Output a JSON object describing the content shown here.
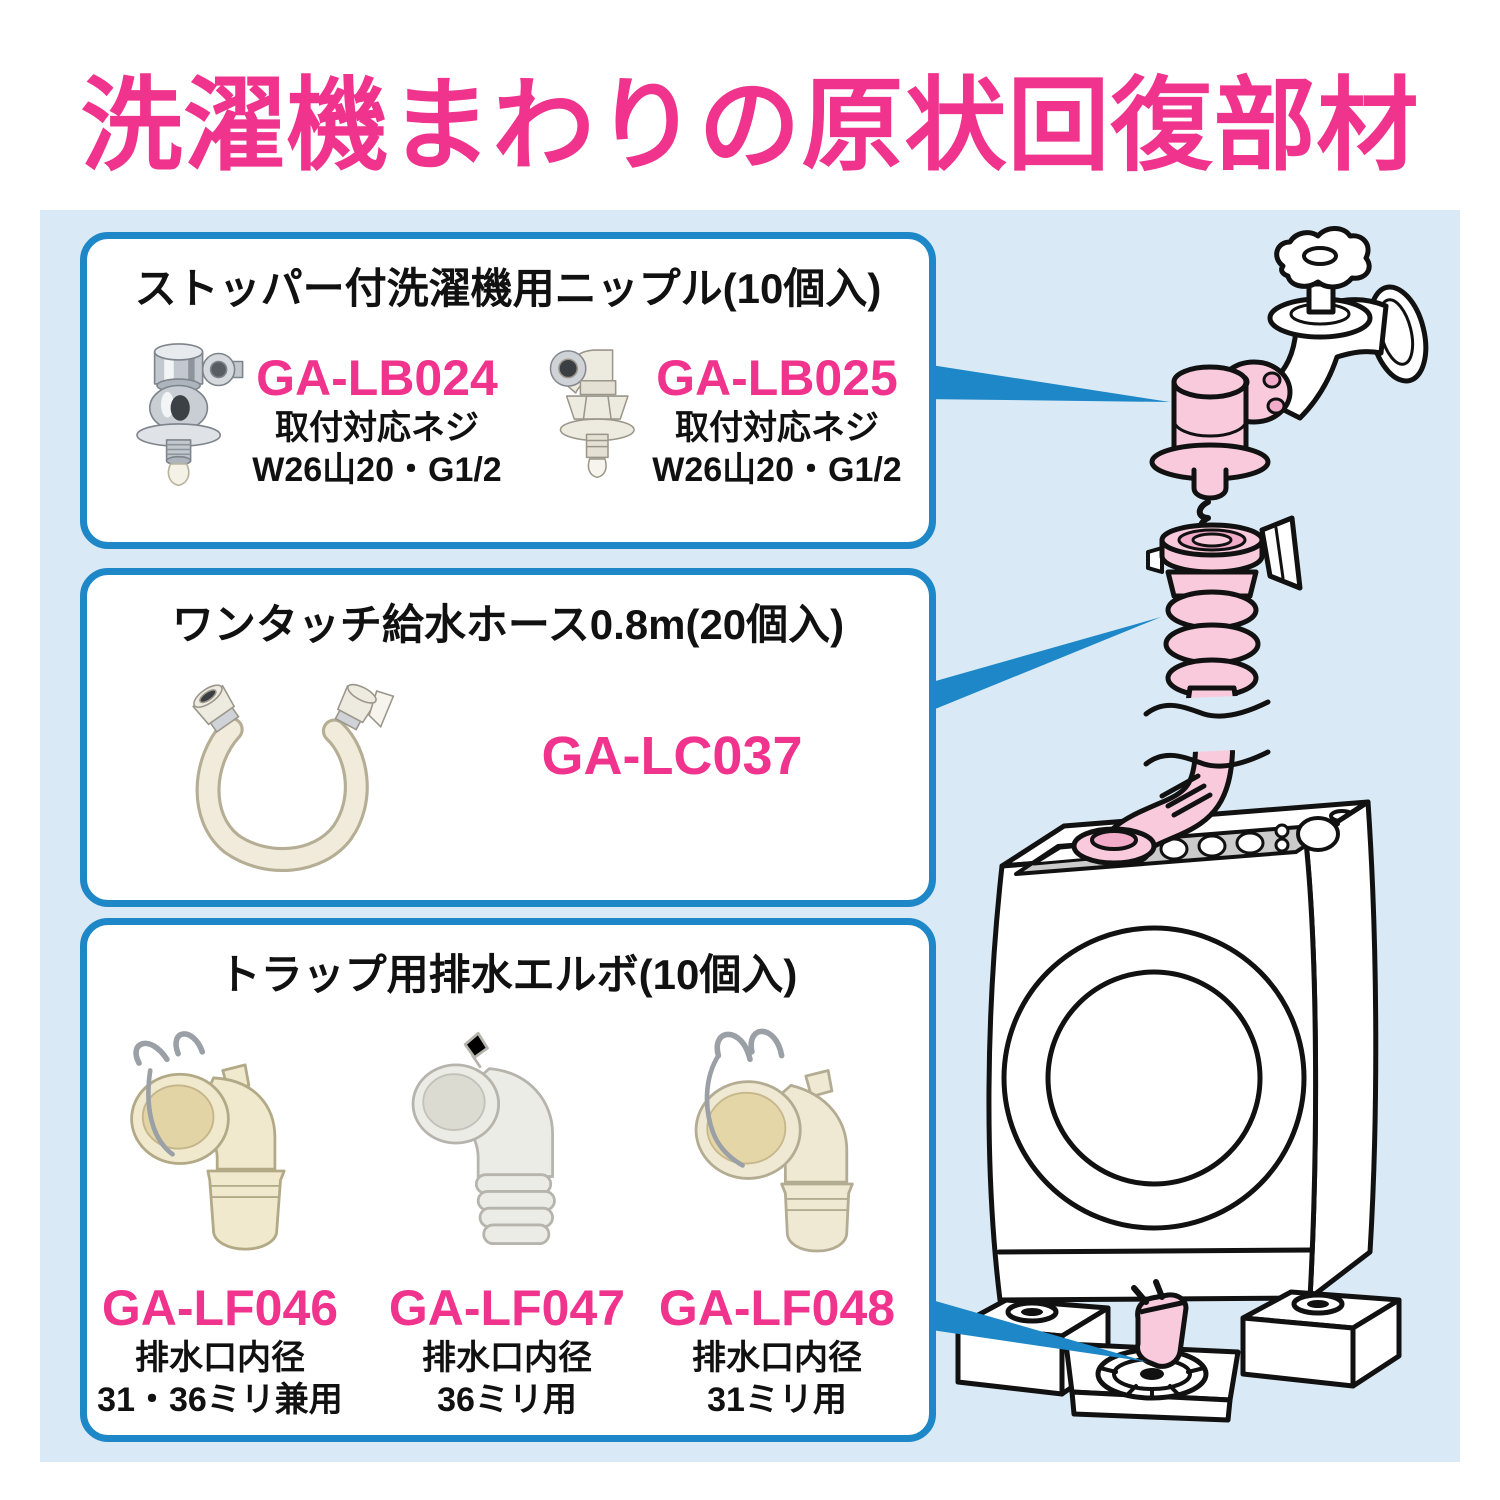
{
  "page": {
    "title": "洗濯機まわりの原状回復部材"
  },
  "colors": {
    "title_pink": "#F0338C",
    "accent_blue": "#1E87C8",
    "panel_blue": "#D9EAF6",
    "illustration_pink": "#F9CADC",
    "panel_gray": "#CBCBCB"
  },
  "sections": {
    "nipple": {
      "header": "ストッパー付洗濯機用ニップル(10個入)",
      "products": [
        {
          "code": "GA-LB024",
          "spec1": "取付対応ネジ",
          "spec2": "W26山20・G1/2",
          "image": "chrome-stopper-nipple"
        },
        {
          "code": "GA-LB025",
          "spec1": "取付対応ネジ",
          "spec2": "W26山20・G1/2",
          "image": "plastic-elbow-stopper-nipple"
        }
      ]
    },
    "hose": {
      "header": "ワンタッチ給水ホース0.8m(20個入)",
      "products": [
        {
          "code": "GA-LC037",
          "image": "one-touch-supply-hose"
        }
      ]
    },
    "elbow": {
      "header": "トラップ用排水エルボ(10個入)",
      "products": [
        {
          "code": "GA-LF046",
          "spec1": "排水口内径",
          "spec2": "31・36ミリ兼用",
          "image": "drain-elbow-with-clip"
        },
        {
          "code": "GA-LF047",
          "spec1": "排水口内径",
          "spec2": "36ミリ用",
          "image": "drain-elbow-corrugated"
        },
        {
          "code": "GA-LF048",
          "spec1": "排水口内径",
          "spec2": "31ミリ用",
          "image": "drain-elbow-with-clip-31"
        }
      ]
    }
  }
}
